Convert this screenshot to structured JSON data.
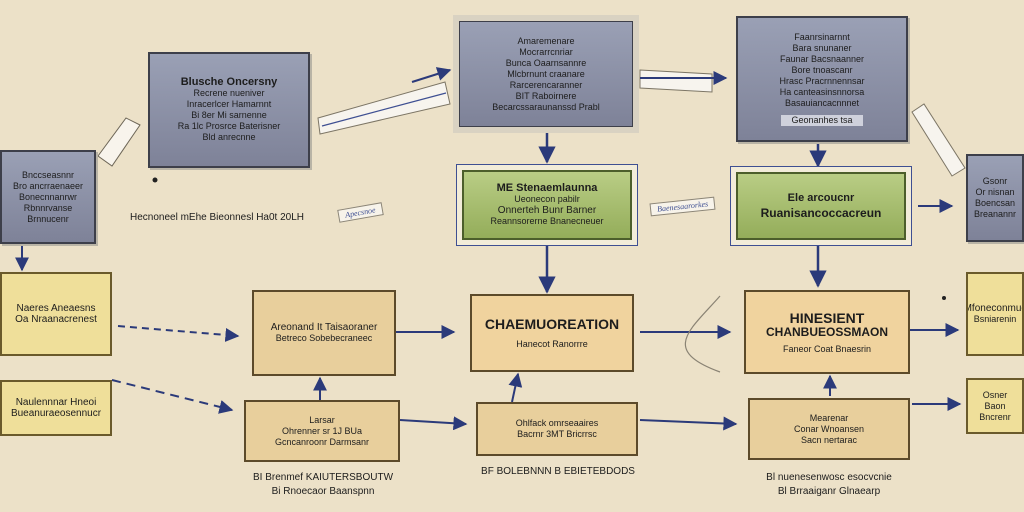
{
  "colors": {
    "background": "#ece1c8",
    "gray_box": "#8a8ea4",
    "green_box": "#a7bf6f",
    "yellow_box": "#efdf9a",
    "tan_box": "#e8cf9c",
    "arrow": "#2b3a7a",
    "dotted_border": "#3e4f92"
  },
  "nodes": {
    "box_a": {
      "lines": [
        "Blusche Oncersny",
        "Recrene nueniver",
        "Inracerlcer Hamarnnt",
        "Bi 8er Mi sarnenne",
        "Ra 1lc Prosrce Baterisner",
        "Bld anrecnne"
      ]
    },
    "box_b": {
      "lines": [
        "Amaremenare",
        "Mocrarrcnriar",
        "Bunca Oaarnsannre",
        "Mlcbrnunt craanare",
        "Rarcerencaranner",
        "BIT Raboirnere",
        "Becarcssaraunanssd Prabl"
      ]
    },
    "box_c": {
      "lines": [
        "Faanrsinarnnt",
        "Bara snunaner",
        "Faunar Bacsnaanner",
        "Bore tnoascanr",
        "Hrasc Pracrnnennsar",
        "Ha canteasinsnnorsa",
        "Basauiancacnnnet"
      ],
      "footer": "Geonanhes tsa"
    },
    "box_d": {
      "lines": [
        "Bnccseasnnr",
        "Bro ancrraenaeer",
        "Bonecnnanrwr",
        "Rbnnrvanse",
        "Brnnucenr"
      ]
    },
    "box_e": {
      "lines": [
        "Gsonr",
        "Or nisnan",
        "Boencsan",
        "Breanannr"
      ]
    },
    "box_f": {
      "lines": [
        "ME Stenaemlaunna",
        "Ueonecon pabilr",
        "Onnerteh Bunr Barner",
        "Reannsorerne Bnanecneuer"
      ]
    },
    "box_g": {
      "lines": [
        "Ele arcoucnr",
        "Ruanisancoccacreun"
      ]
    },
    "box_h": {
      "lines": [
        "Naeres Aneaesns",
        "Oa Nraanacrenest"
      ]
    },
    "box_i": {
      "lines": [
        "Naulennnar Hneoi",
        "Bueanuraeosennucr"
      ]
    },
    "box_j": {
      "lines": [
        "Areonand It Taisaoraner",
        "Betreco Sobebecraneec"
      ]
    },
    "box_k": {
      "lines": [
        "CHAEMUOREATION",
        "Hanecot Ranorrre"
      ]
    },
    "box_l": {
      "lines": [
        "HINESIENT",
        "CHANBUEOSSMAON",
        "Faneor Coat Bnaesrin"
      ]
    },
    "box_m": {
      "lines": [
        "Mfoneconmuc",
        "Bsniarenin"
      ]
    },
    "box_n": {
      "lines": [
        "Larsar",
        "Ohrenner sr 1J BUa",
        "Gcncanroonr Darmsanr"
      ]
    },
    "box_o": {
      "lines": [
        "Ohlfack omrseaaires",
        "Bacrnr 3MT Bricrrsc"
      ]
    },
    "box_p": {
      "lines": [
        "Mearenar",
        "Conar Wnoansen",
        "Sacn nertarac"
      ]
    },
    "box_q": {
      "lines": [
        "Osner",
        "Baon",
        "Bncrenr"
      ]
    }
  },
  "captions": {
    "top_left": "Hecnoneel mEhe Bieonnesl Ha0t 20LH",
    "bottom_left": [
      "BI Brenmef KAIUTERSBOUTW",
      "Bi Rnoecaor Baanspnn"
    ],
    "bottom_center": "BF BOLEBNNN B EBIETEBDODS",
    "bottom_right": [
      "Bl nuenesenwosc esocvcnie",
      "Bl Brraaiganr Glnaearp"
    ]
  },
  "ribbons": {
    "left": "Apecsnoe",
    "right": "Baenesaarorkes"
  }
}
